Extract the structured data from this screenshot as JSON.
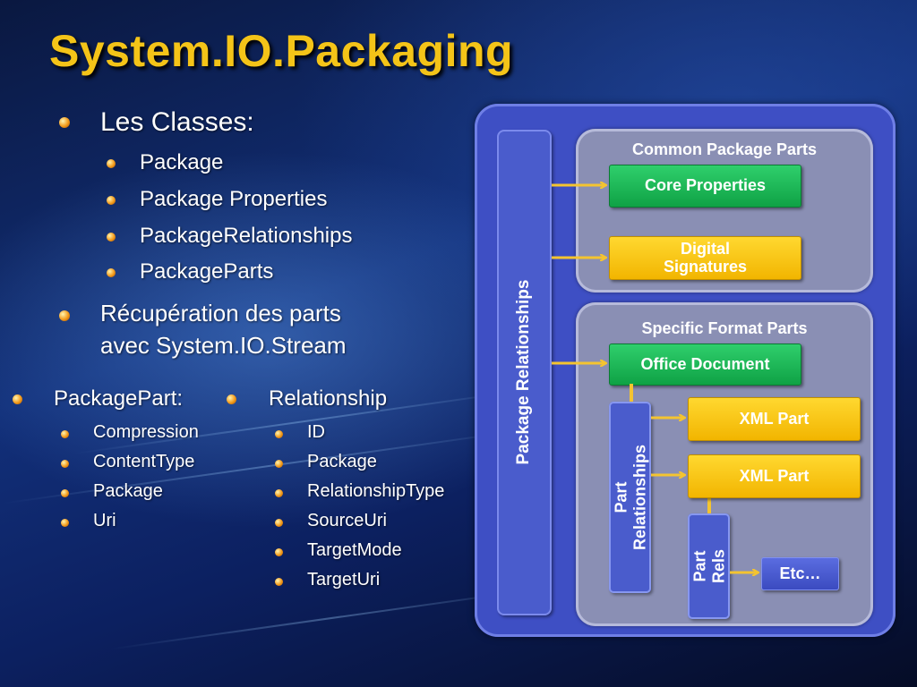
{
  "slide": {
    "title": "System.IO.Packaging",
    "classes": {
      "heading": "Les Classes:",
      "items": [
        "Package",
        "Package Properties",
        "PackageRelationships",
        "PackageParts"
      ]
    },
    "recovery": {
      "line1": "Récupération des parts",
      "line2": "avec System.IO.Stream"
    },
    "packagepart": {
      "heading": "PackagePart:",
      "items": [
        "Compression",
        "ContentType",
        "Package",
        "Uri"
      ]
    },
    "relationship": {
      "heading": "Relationship",
      "items": [
        "ID",
        "Package",
        "RelationshipType",
        "SourceUri",
        "TargetMode",
        "TargetUri"
      ]
    }
  },
  "diagram": {
    "package_relationships": "Package Relationships",
    "common": {
      "title": "Common Package Parts",
      "core_properties": "Core Properties",
      "digital_signatures": {
        "line1": "Digital",
        "line2": "Signatures"
      }
    },
    "specific": {
      "title": "Specific Format Parts",
      "office_document": "Office Document",
      "part_relationships": {
        "line1": "Part",
        "line2": "Relationships"
      },
      "xml_part_1": "XML Part",
      "xml_part_2": "XML Part",
      "part_rels": {
        "line1": "Part",
        "line2": "Rels"
      },
      "etc": "Etc…"
    }
  },
  "colors": {
    "title": "#f4c418",
    "green_box": "#1ab856",
    "yellow_box": "#ffc800",
    "arrow": "#f4c430",
    "frame": "#3e4fc4"
  }
}
